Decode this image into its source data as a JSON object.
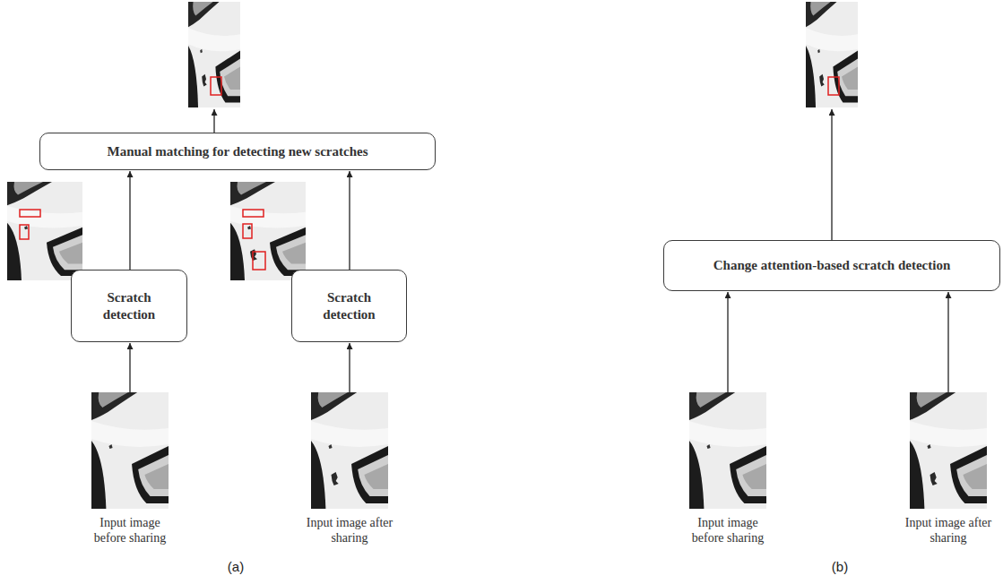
{
  "diagram": {
    "nodes": [
      {
        "text": [
          "Manual matching for detecting new scratches"
        ]
      },
      {
        "text": [
          "Scratch detection"
        ]
      },
      {
        "text": [
          "Scratch detection"
        ]
      },
      {
        "text": [
          "Input image before sharing"
        ]
      },
      {
        "text": [
          "Input image after sharing"
        ]
      },
      {
        "text": [
          "Change attention-based scratch detection"
        ]
      },
      {
        "text": [
          "Input image before sharing"
        ]
      },
      {
        "text": [
          "Input image after sharing"
        ]
      }
    ],
    "edges": [
      {
        "from": 1,
        "to": 0,
        "arrow": "to"
      },
      {
        "from": 2,
        "to": 0,
        "arrow": "to"
      },
      {
        "from": 3,
        "to": 1,
        "arrow": "to"
      },
      {
        "from": 4,
        "to": 2,
        "arrow": "to"
      },
      {
        "from": 6,
        "to": 5,
        "arrow": "to"
      },
      {
        "from": 7,
        "to": 5,
        "arrow": "to"
      }
    ],
    "labels": [
      "(a)",
      "(b)"
    ]
  }
}
